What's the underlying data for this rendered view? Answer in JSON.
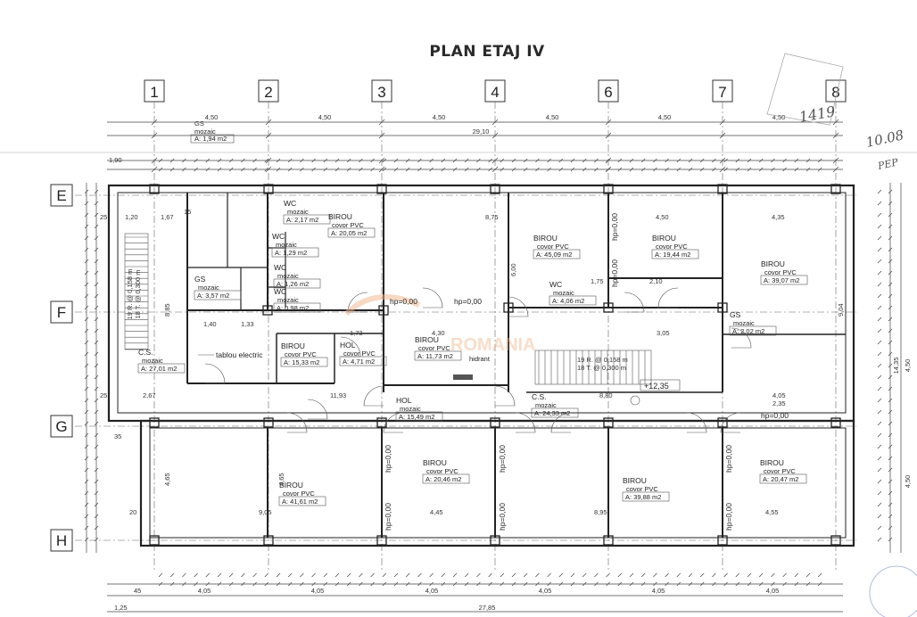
{
  "title": "PLAN ETAJ IV",
  "axes": {
    "columns": [
      "1",
      "2",
      "3",
      "4",
      "6",
      "7",
      "8"
    ],
    "rows": [
      "E",
      "F",
      "G",
      "H"
    ]
  },
  "top_dims": {
    "spans": [
      "4,50",
      "4,50",
      "4,50",
      "4,50",
      "4,50",
      "4,50"
    ],
    "total": "29,10",
    "gs_label": "GS",
    "gs_finish": "mozaic",
    "gs_area": "A: 1,94 m2"
  },
  "bottom_dims": {
    "spans": [
      "4,05",
      "4,05",
      "4,05",
      "4,05",
      "4,05",
      "4,05"
    ],
    "total": "27,85",
    "left": "1,25",
    "edge": "45"
  },
  "right_dims": {
    "total": "14,35",
    "a": "4,50",
    "b": "4,50"
  },
  "rooms": [
    {
      "name": "BIROU",
      "finish": "covor PVC",
      "area": "A: 20,05 m2"
    },
    {
      "name": "BIROU",
      "finish": "covor PVC",
      "area": "A: 45,09 m2"
    },
    {
      "name": "BIROU",
      "finish": "covor PVC",
      "area": "A: 19,44 m2"
    },
    {
      "name": "BIROU",
      "finish": "covor PVC",
      "area": "A: 39,07 m2"
    },
    {
      "name": "WC",
      "finish": "mozaic",
      "area": "A: 2,17 m2"
    },
    {
      "name": "WC",
      "finish": "mozaic",
      "area": "A: 1,29 m2"
    },
    {
      "name": "WC",
      "finish": "mozaic",
      "area": "A: 1,26 m2"
    },
    {
      "name": "WC",
      "finish": "mozaic",
      "area": "A: 0,98 m2"
    },
    {
      "name": "GS",
      "finish": "mozaic",
      "area": "A: 3,57 m2"
    },
    {
      "name": "WC",
      "finish": "mozaic",
      "area": "A: 4,06 m2"
    },
    {
      "name": "GS",
      "finish": "mozaic",
      "area": "A: 2,02 m2"
    },
    {
      "name": "C.S.",
      "finish": "mozaic",
      "area": "A: 27,01 m2"
    },
    {
      "name": "BIROU",
      "finish": "covor PVC",
      "area": "A: 15,33 m2"
    },
    {
      "name": "HOL",
      "finish": "covor PVC",
      "area": "A: 4,71 m2"
    },
    {
      "name": "BIROU",
      "finish": "covor PVC",
      "area": "A: 11,73 m2"
    },
    {
      "name": "HOL",
      "finish": "mozaic",
      "area": "A: 15,49 m2"
    },
    {
      "name": "C.S.",
      "finish": "mozaic",
      "area": "A: 24,33 m2"
    },
    {
      "name": "BIROU",
      "finish": "covor PVC",
      "area": "A: 41,61 m2"
    },
    {
      "name": "BIROU",
      "finish": "covor PVC",
      "area": "A: 20,46 m2"
    },
    {
      "name": "BIROU",
      "finish": "covor PVC",
      "area": "A: 39,88 m2"
    },
    {
      "name": "BIROU",
      "finish": "covor PVC",
      "area": "A: 20,47 m2"
    }
  ],
  "labels": {
    "hp0": "hp=0,00",
    "tablou": "tablou electric",
    "hidrant": "hidrant",
    "elev": "+12,35",
    "stair_a1": "19 R. @ 0,158 m",
    "stair_a2": "18 T. @ 0,300 m",
    "stair_b1": "19 R. @ 0,158 m",
    "stair_b2": "18 T. @ 0,300 m",
    "watermark": "ROMANIA"
  },
  "dims": {
    "d1": "1,90",
    "d2": "1,20",
    "d3": "1,67",
    "d4": "8,75",
    "d5": "4,50",
    "d6": "4,35",
    "d7": "11,93",
    "d8": "4,30",
    "d9": "8,80",
    "d10": "4,05",
    "d11": "2,35",
    "d12": "2,67",
    "d13": "9,05",
    "d14": "4,45",
    "d15": "8,95",
    "d16": "4,55",
    "d17": "1,40",
    "d18": "1,33",
    "d19": "1,73",
    "d20": "3,05",
    "d21": "2,10",
    "d22": "1,75",
    "d23": "6,00",
    "d24": "8,85",
    "d25": "9,04",
    "d26": "4,65",
    "d27": "25",
    "d28": "35",
    "d29": "20",
    "d30": "15"
  },
  "handwriting": {
    "a": "1419",
    "b": "10.08",
    "c": "PEP"
  }
}
